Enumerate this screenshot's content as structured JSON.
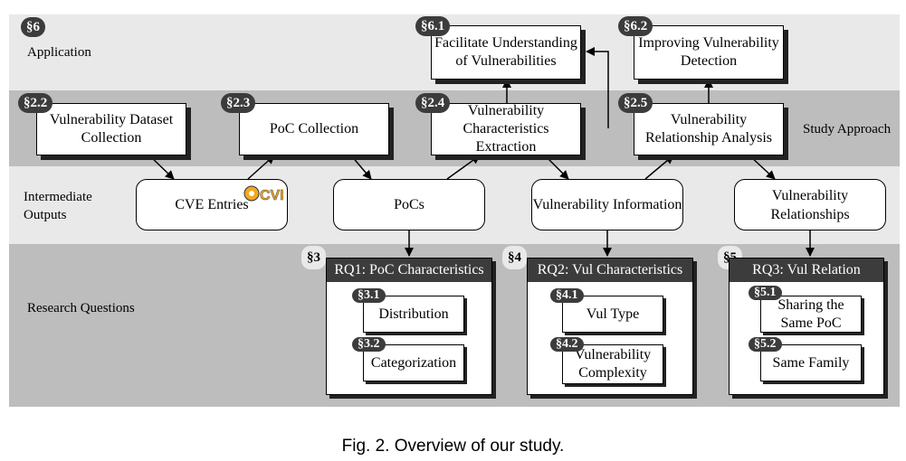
{
  "bands": {
    "application": {
      "label": "Application",
      "section": "§6"
    },
    "study": {
      "label": "Study Approach"
    },
    "intermediate": {
      "label": "Intermediate Outputs"
    },
    "research": {
      "label": "Research Questions"
    }
  },
  "application_boxes": [
    {
      "section": "§6.1",
      "label": "Facilitate Understanding of Vulnerabilities"
    },
    {
      "section": "§6.2",
      "label": "Improving Vulnerability Detection"
    }
  ],
  "study_boxes": [
    {
      "section": "§2.2",
      "label": "Vulnerability Dataset Collection"
    },
    {
      "section": "§2.3",
      "label": "PoC Collection"
    },
    {
      "section": "§2.4",
      "label": "Vulnerability Characteristics Extraction"
    },
    {
      "section": "§2.5",
      "label": "Vulnerability Relationship Analysis"
    }
  ],
  "outputs": [
    {
      "label": "CVE Entries",
      "logo": "CVE"
    },
    {
      "label": "PoCs"
    },
    {
      "label": "Vulnerability Information"
    },
    {
      "label": "Vulnerability Relationships"
    }
  ],
  "research_questions": [
    {
      "section": "§3",
      "title": "RQ1: PoC Characteristics",
      "items": [
        {
          "section": "§3.1",
          "label": "Distribution"
        },
        {
          "section": "§3.2",
          "label": "Categorization"
        }
      ]
    },
    {
      "section": "§4",
      "title": "RQ2: Vul Characteristics",
      "items": [
        {
          "section": "§4.1",
          "label": "Vul Type"
        },
        {
          "section": "§4.2",
          "label": "Vulnerability Complexity"
        }
      ]
    },
    {
      "section": "§5",
      "title": "RQ3: Vul Relation",
      "items": [
        {
          "section": "§5.1",
          "label": "Sharing the Same PoC"
        },
        {
          "section": "§5.2",
          "label": "Same Family"
        }
      ]
    }
  ],
  "caption": "Fig. 2.  Overview of our study."
}
